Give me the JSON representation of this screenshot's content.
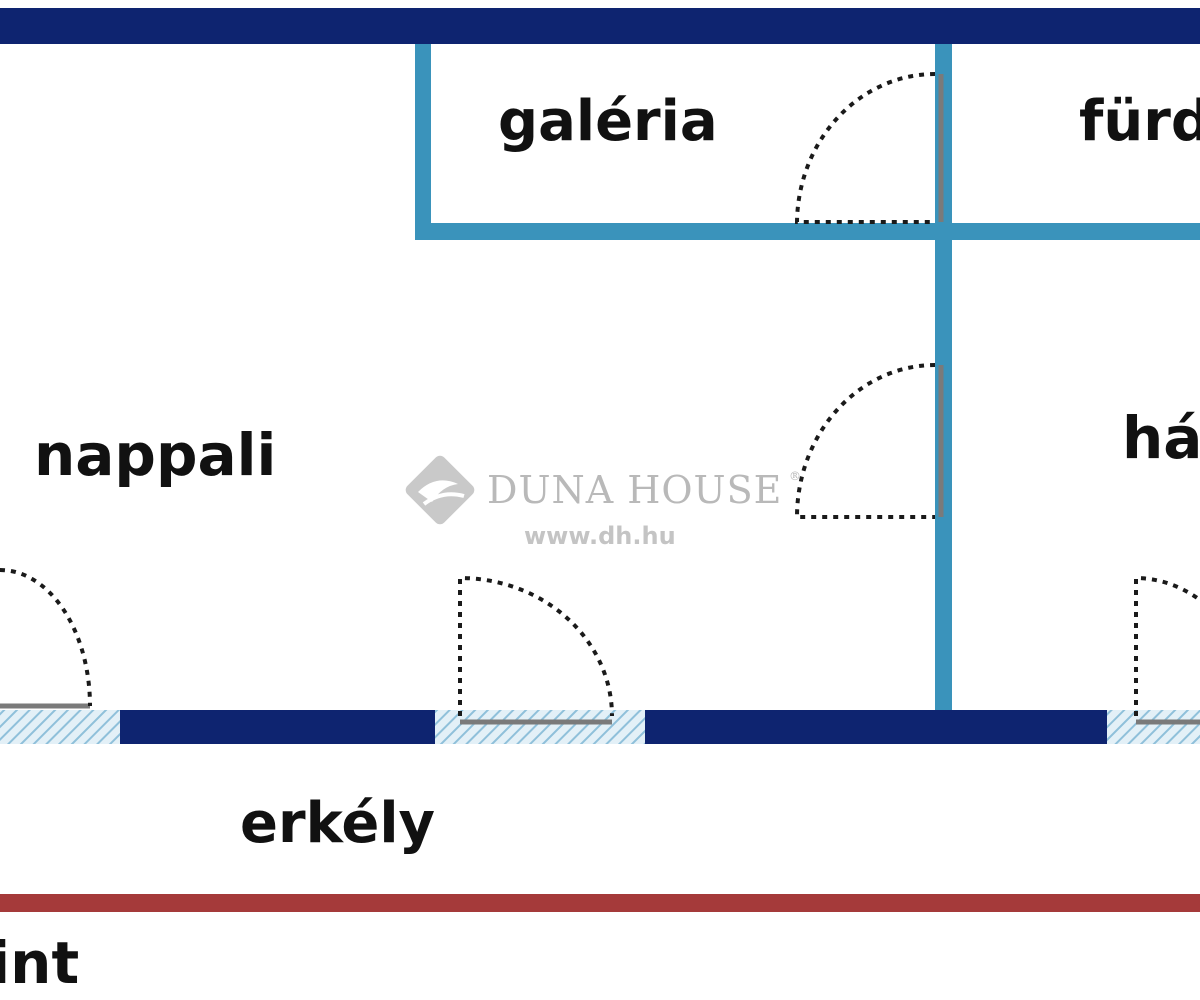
{
  "rooms": {
    "galeria": "galéria",
    "furdo": "fürdő",
    "nappali": "nappali",
    "haloszoba": "hálószoba",
    "erkely": "erkély",
    "level": "szint"
  },
  "watermark": {
    "brand": "DUNA HOUSE",
    "registered": "®",
    "url": "www.dh.hu",
    "logo_icon": "dh-diamond-logo-icon"
  },
  "colors": {
    "outer_wall": "#0e2470",
    "inner_wall": "#3a93bb",
    "door_leaf": "#7a7a7a",
    "door_swing": "#1a1a1a",
    "window_hatch": "#9ec9e0",
    "balcony_edge": "#a53a3a",
    "label": "#111111",
    "watermark": "#bbbbbb"
  }
}
